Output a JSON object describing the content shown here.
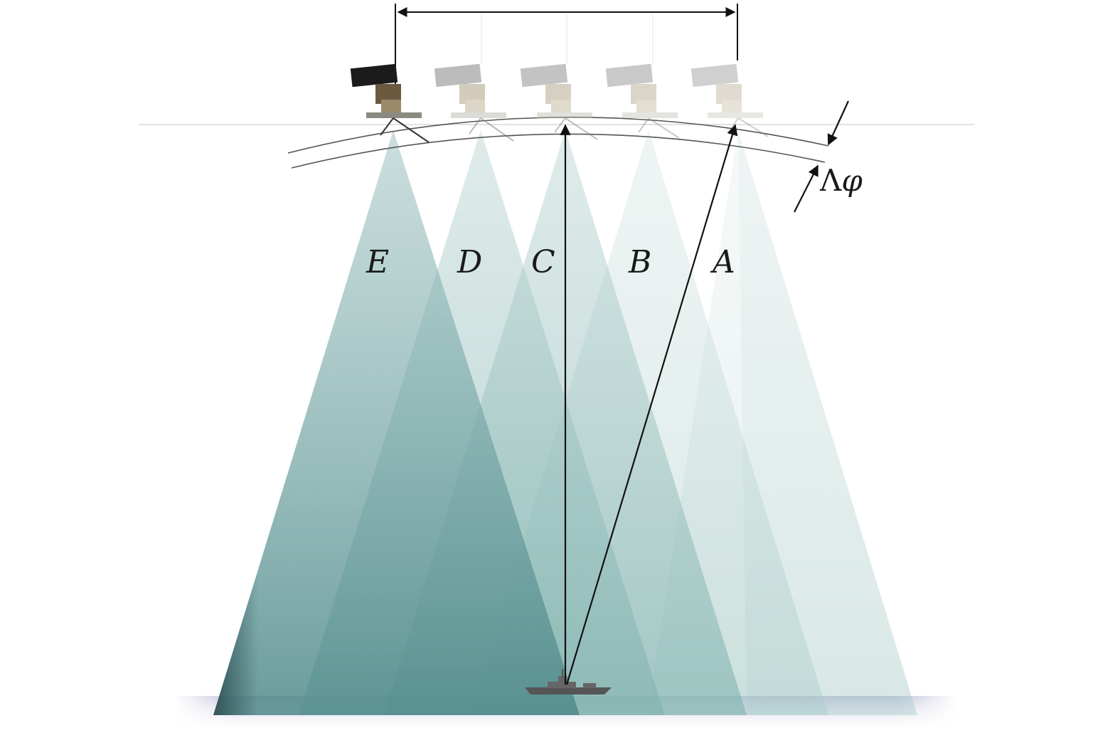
{
  "diagram": {
    "positions": [
      {
        "id": "E",
        "label": "E"
      },
      {
        "id": "D",
        "label": "D"
      },
      {
        "id": "C",
        "label": "C"
      },
      {
        "id": "B",
        "label": "B"
      },
      {
        "id": "A",
        "label": "A"
      }
    ],
    "phase_label": {
      "greek": "Λ",
      "phi": "φ"
    },
    "colors": {
      "beam": "#5f9595",
      "ground": "#c9c9e0",
      "line": "#111111"
    }
  }
}
